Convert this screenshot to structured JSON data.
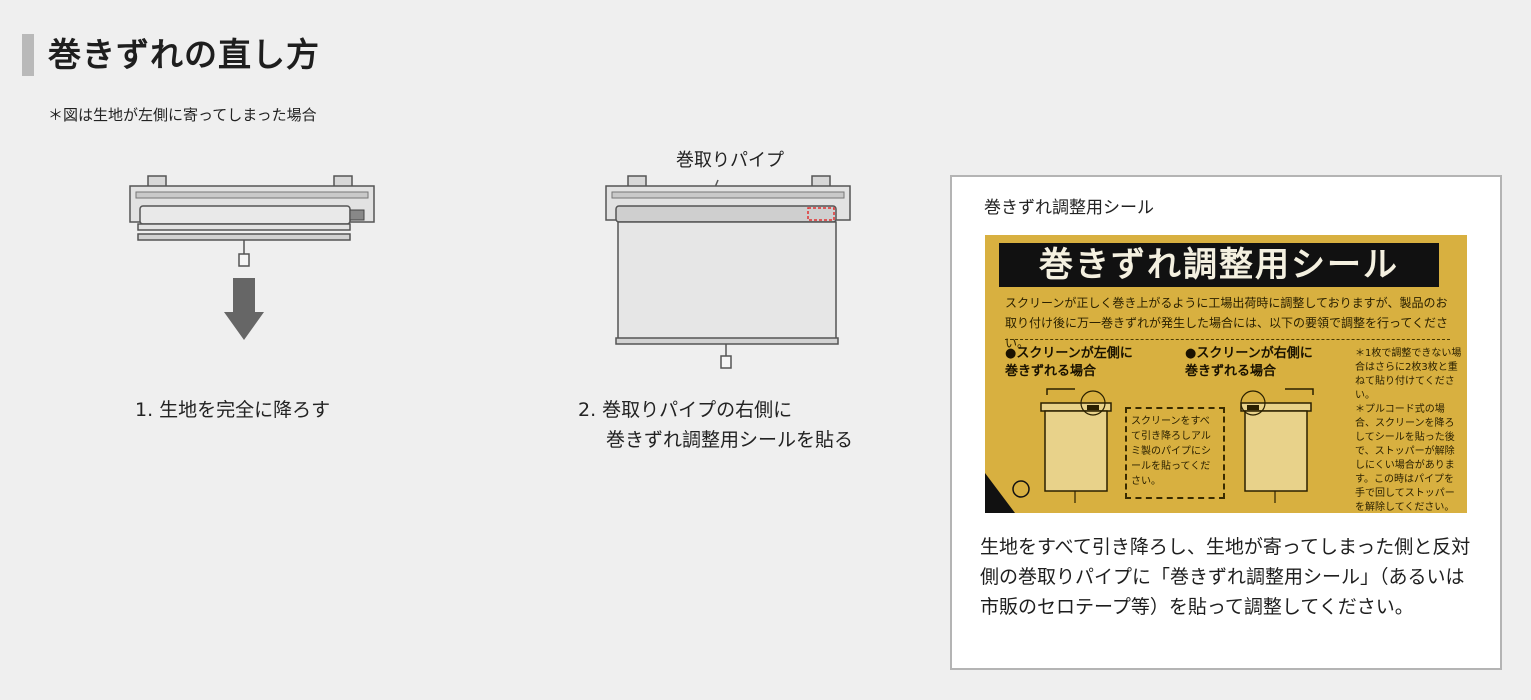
{
  "page": {
    "title": "巻きずれの直し方",
    "note": "＊図は生地が左側に寄ってしまった場合"
  },
  "steps": [
    {
      "caption": "1. 生地を完全に降ろす"
    },
    {
      "label": "巻取りパイプ",
      "caption_line1": "2. 巻取りパイプの右側に",
      "caption_line2": "巻きずれ調整用シールを貼る"
    }
  ],
  "panel": {
    "label": "巻きずれ調整用シール",
    "sticker": {
      "title": "巻きずれ調整用シール",
      "intro": "スクリーンが正しく巻き上がるように工場出荷時に調整しておりますが、製品のお取り付け後に万一巻きずれが発生した場合には、以下の要領で調整を行ってください。",
      "case_left": "●スクリーンが左側に\n巻きずれる場合",
      "case_right": "●スクリーンが右側に\n巻きずれる場合",
      "box_text": "スクリーンをすべて引き降ろしアルミ製のパイプにシールを貼ってください。",
      "side_note": "＊1枚で調整できない場合はさらに2枚3枚と重ねて貼り付けてください。\n＊プルコード式の場合、スクリーンを降ろしてシールを貼った後で、ストッパーが解除しにくい場合があります。この時はパイプを手で回してストッパーを解除してください。"
    },
    "description": "生地をすべて引き降ろし、生地が寄ってしまった側と反対側の巻取りパイプに「巻きずれ調整用シール」（あるいは市販のセロテープ等）を貼って調整してください。"
  },
  "colors": {
    "background": "#efefef",
    "sticker": "#d8b040",
    "marker": "#e03030"
  }
}
